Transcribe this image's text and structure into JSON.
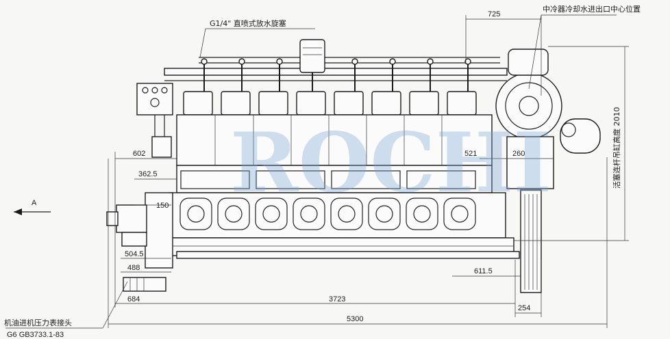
{
  "drawing": {
    "callouts": {
      "drain_valve": "G1/4\" 直喷式放水旋塞",
      "cooler_inlet": "中冷器冷却水进出口中心位置",
      "oil_gauge_line1": "机油进机压力表接头",
      "oil_gauge_line2": "G6 GB3733.1-83",
      "piston_lift_height": "活塞连杆吊缸高度 2010"
    },
    "direction_arrow": "A",
    "watermark": "ROCHI",
    "dimensions": {
      "d725": "725",
      "d602": "602",
      "d521": "521",
      "d260": "260",
      "d362_5": "362.5",
      "d150": "150",
      "d504_5": "504.5",
      "d488": "488",
      "d611_5": "611.5",
      "d684": "684",
      "d3723": "3723",
      "d254": "254",
      "d5300": "5300"
    }
  }
}
